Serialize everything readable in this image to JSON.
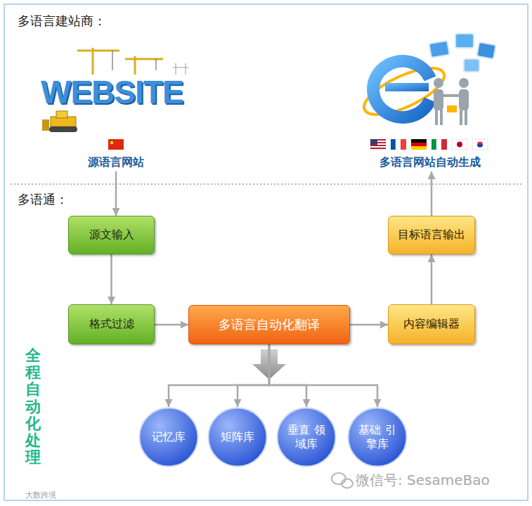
{
  "diagram": {
    "nodes": [
      {
        "text": [
          "源语言网站"
        ]
      },
      {
        "text": [
          "多语言网站自动生成"
        ]
      },
      {
        "text": [
          "源文输入"
        ]
      },
      {
        "text": [
          "目标语言输出"
        ]
      },
      {
        "text": [
          "格式过滤"
        ]
      },
      {
        "text": [
          "多语言自动化翻译"
        ]
      },
      {
        "text": [
          "内容编辑器"
        ]
      },
      {
        "text": [
          "记忆库"
        ]
      },
      {
        "text": [
          "矩阵库"
        ]
      },
      {
        "text": [
          "垂直 领域库"
        ]
      },
      {
        "text": [
          "基础 引擎库"
        ]
      }
    ],
    "edges": [
      {
        "from": 0,
        "to": 2,
        "arrow": "to"
      },
      {
        "from": 2,
        "to": 4,
        "arrow": "to"
      },
      {
        "from": 4,
        "to": 5,
        "arrow": "to"
      },
      {
        "from": 5,
        "to": 6,
        "arrow": "to"
      },
      {
        "from": 6,
        "to": 3,
        "arrow": "to"
      },
      {
        "from": 3,
        "to": 1,
        "arrow": "to"
      },
      {
        "from": 5,
        "to": 7,
        "arrow": "to"
      },
      {
        "from": 5,
        "to": 8,
        "arrow": "to"
      },
      {
        "from": 5,
        "to": 9,
        "arrow": "to"
      },
      {
        "from": 5,
        "to": 10,
        "arrow": "to"
      }
    ],
    "labels": [
      "多语言建站商：",
      "WEBSITE",
      "多语通：",
      "全程自动化处理",
      "微信号: SesameBao",
      "大数跨境"
    ]
  }
}
